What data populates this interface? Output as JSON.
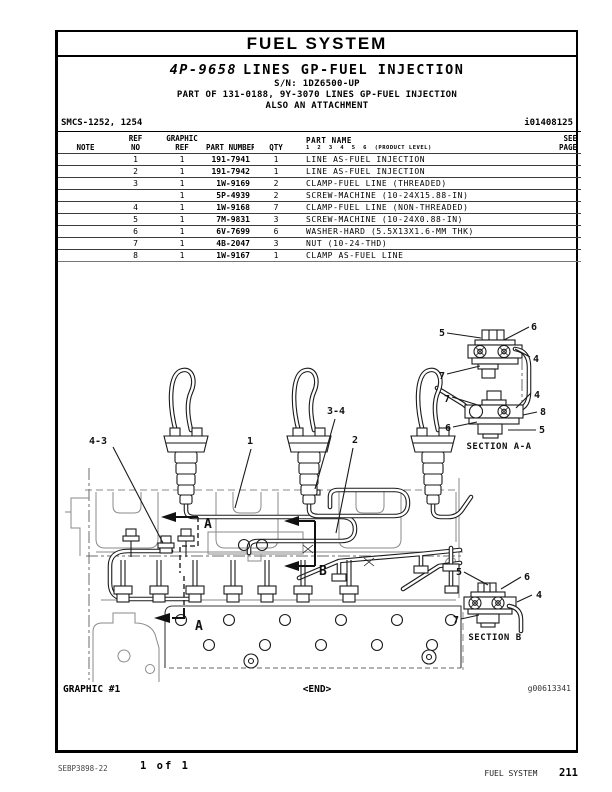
{
  "page": {
    "header_title": "FUEL SYSTEM",
    "title_part_number": "4P-9658",
    "title_name": "LINES GP-FUEL INJECTION",
    "serial_line": "S/N: 1DZ6500-UP",
    "part_of_line": "PART OF 131-0188, 9Y-3070 LINES GP-FUEL INJECTION",
    "attachment_line": "ALSO AN ATTACHMENT",
    "smcs_code": "SMCS-1252, 1254",
    "info_id": "i01408125"
  },
  "table": {
    "headers": {
      "note": "NOTE",
      "ref_no_1": "REF",
      "ref_no_2": "NO",
      "graphic_ref_1": "GRAPHIC",
      "graphic_ref_2": "REF",
      "part_number": "PART NUMBER",
      "qty": "QTY",
      "part_name": "PART NAME",
      "product_level": "1  2  3  4  5  6  (PRODUCT LEVEL)",
      "see_page_1": "SEE",
      "see_page_2": "PAGE"
    },
    "rows": [
      {
        "note": "",
        "ref_no": "1",
        "graphic_ref": "1",
        "part_number": "191-7941",
        "qty": "1",
        "part_name": "LINE AS-FUEL INJECTION",
        "see_page": ""
      },
      {
        "note": "",
        "ref_no": "2",
        "graphic_ref": "1",
        "part_number": "191-7942",
        "qty": "1",
        "part_name": "LINE AS-FUEL INJECTION",
        "see_page": ""
      },
      {
        "note": "",
        "ref_no": "3",
        "graphic_ref": "1",
        "part_number": "1W-9169",
        "qty": "2",
        "part_name": "CLAMP-FUEL LINE (THREADED)",
        "see_page": ""
      },
      {
        "note": "",
        "ref_no": "",
        "graphic_ref": "1",
        "part_number": "5P-4939",
        "qty": "2",
        "part_name": "SCREW-MACHINE (10-24X15.88-IN)",
        "see_page": ""
      },
      {
        "note": "",
        "ref_no": "4",
        "graphic_ref": "1",
        "part_number": "1W-9168",
        "qty": "7",
        "part_name": "CLAMP-FUEL LINE (NON-THREADED)",
        "see_page": ""
      },
      {
        "note": "",
        "ref_no": "5",
        "graphic_ref": "1",
        "part_number": "7M-9831",
        "qty": "3",
        "part_name": "SCREW-MACHINE (10-24X0.88-IN)",
        "see_page": ""
      },
      {
        "note": "",
        "ref_no": "6",
        "graphic_ref": "1",
        "part_number": "6V-7699",
        "qty": "6",
        "part_name": "WASHER-HARD (5.5X13X1.6-MM THK)",
        "see_page": ""
      },
      {
        "note": "",
        "ref_no": "7",
        "graphic_ref": "1",
        "part_number": "4B-2047",
        "qty": "3",
        "part_name": "NUT (10-24-THD)",
        "see_page": ""
      },
      {
        "note": "",
        "ref_no": "8",
        "graphic_ref": "1",
        "part_number": "1W-9167",
        "qty": "1",
        "part_name": "CLAMP AS-FUEL LINE",
        "see_page": ""
      }
    ]
  },
  "diagram": {
    "graphic_label": "GRAPHIC #1",
    "end_marker": "<END>",
    "graphic_id": "g00613341",
    "callout_4_3": "4-3",
    "callout_1": "1",
    "callout_3_4": "3-4",
    "callout_2": "2",
    "arrow_a": "A",
    "arrow_b": "B",
    "section_aa": {
      "title": "SECTION A-A",
      "l5t": "5",
      "l6t": "6",
      "l4t": "4",
      "l7t": "7",
      "l7b": "7",
      "l4b": "4",
      "l8": "8",
      "l6b": "6",
      "l5b": "5"
    },
    "section_b": {
      "title": "SECTION B",
      "l5": "5",
      "l6": "6",
      "l4": "4",
      "l7": "7"
    }
  },
  "footer": {
    "doc_code": "SEBP3898-22",
    "page_info": "1 of 1",
    "section_name": "FUEL SYSTEM",
    "page_number": "211"
  }
}
